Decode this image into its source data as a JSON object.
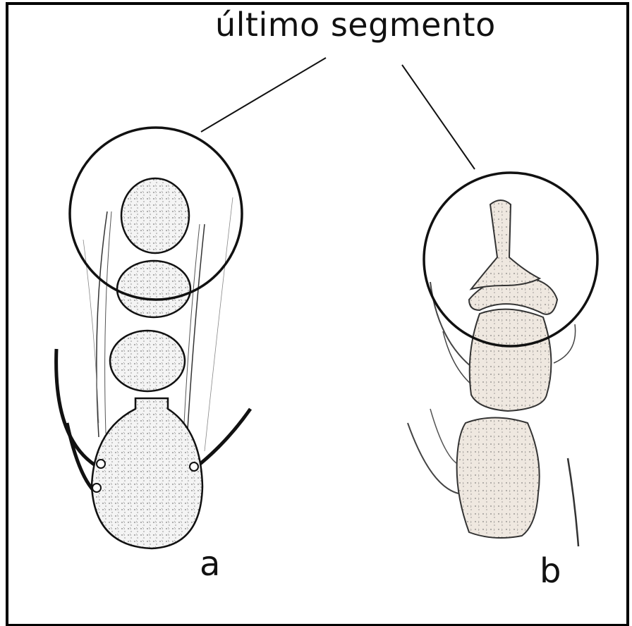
{
  "diagram": {
    "title": "último segmento",
    "panel_a_label": "a",
    "panel_b_label": "b",
    "colors": {
      "ink": "#111111",
      "stipple_fill_a": "#f2f2f2",
      "stipple_fill_b": "#efe9e2",
      "border": "#000000"
    }
  }
}
